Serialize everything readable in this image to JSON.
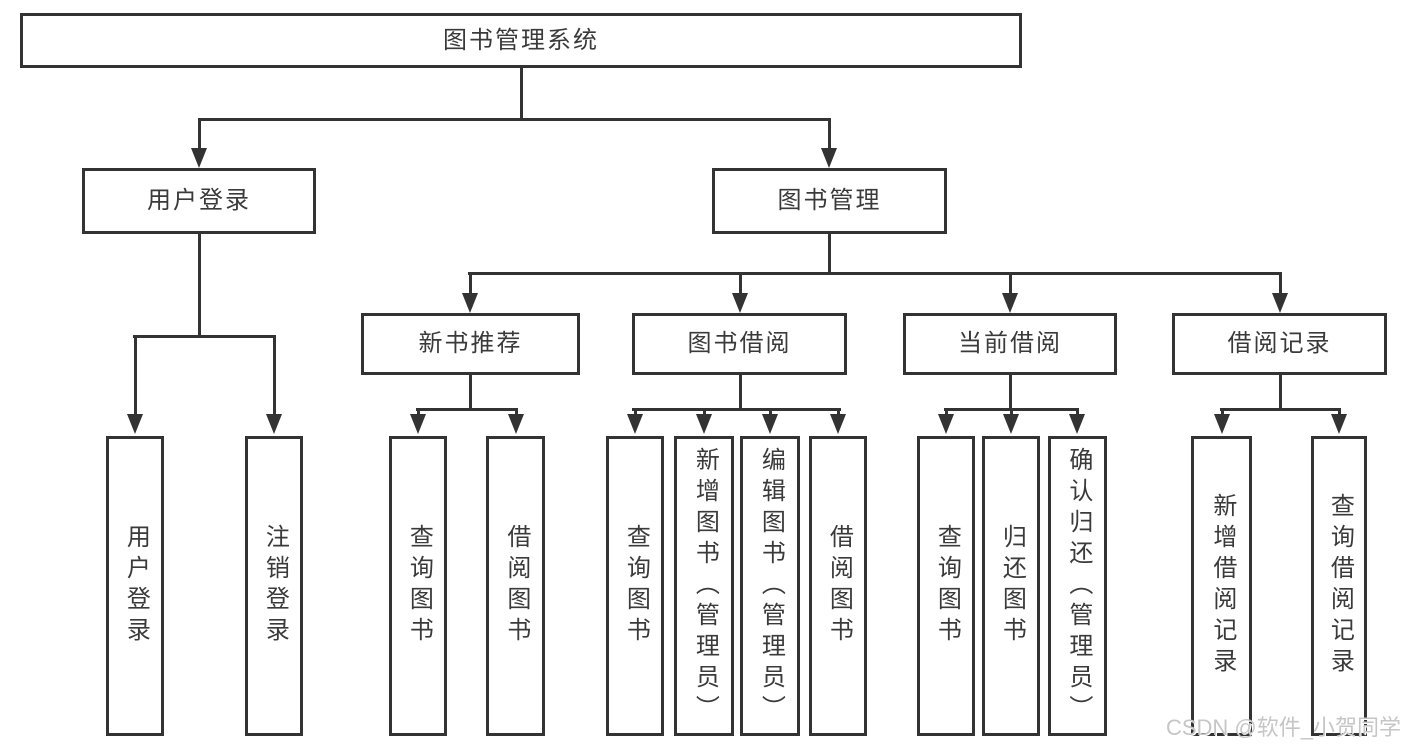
{
  "colors": {
    "line": "#333333",
    "text": "#3a3a3a",
    "background": "#ffffff",
    "watermark": "#c6c6c6"
  },
  "watermark": "CSDN @软件_小贺同学",
  "tree": {
    "label": "图书管理系统",
    "children": [
      {
        "label": "用户登录",
        "children": [
          {
            "label": "用户登录"
          },
          {
            "label": "注销登录"
          }
        ]
      },
      {
        "label": "图书管理",
        "children": [
          {
            "label": "新书推荐",
            "children": [
              {
                "label": "查询图书"
              },
              {
                "label": "借阅图书"
              }
            ]
          },
          {
            "label": "图书借阅",
            "children": [
              {
                "label": "查询图书"
              },
              {
                "label": "新增图书（管理员）"
              },
              {
                "label": "编辑图书（管理员）"
              },
              {
                "label": "借阅图书"
              }
            ]
          },
          {
            "label": "当前借阅",
            "children": [
              {
                "label": "查询图书"
              },
              {
                "label": "归还图书"
              },
              {
                "label": "确认归还（管理员）"
              }
            ]
          },
          {
            "label": "借阅记录",
            "children": [
              {
                "label": "新增借阅记录"
              },
              {
                "label": "查询借阅记录"
              }
            ]
          }
        ]
      }
    ]
  }
}
